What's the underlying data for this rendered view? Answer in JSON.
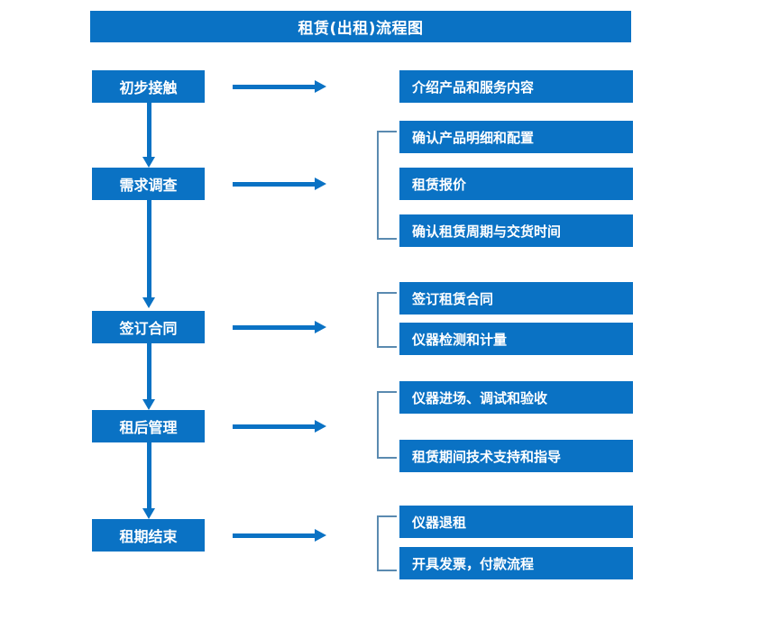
{
  "diagram": {
    "title": "租赁(出租)流程图",
    "colors": {
      "box_fill": "#0A72C4",
      "box_text": "#FFFFFF",
      "arrow": "#0A72C4",
      "bracket": "#5A8AB0",
      "background": "#FFFFFF"
    },
    "stages": [
      {
        "label": "初步接触",
        "details": [
          "介绍产品和服务内容"
        ]
      },
      {
        "label": "需求调查",
        "details": [
          "确认产品明细和配置",
          "租赁报价",
          "确认租赁周期与交货时间"
        ]
      },
      {
        "label": "签订合同",
        "details": [
          "签订租赁合同",
          "仪器检测和计量"
        ]
      },
      {
        "label": "租后管理",
        "details": [
          "仪器进场、调试和验收",
          "租赁期间技术支持和指导"
        ]
      },
      {
        "label": "租期结束",
        "details": [
          "仪器退租",
          "开具发票，付款流程"
        ]
      }
    ]
  }
}
